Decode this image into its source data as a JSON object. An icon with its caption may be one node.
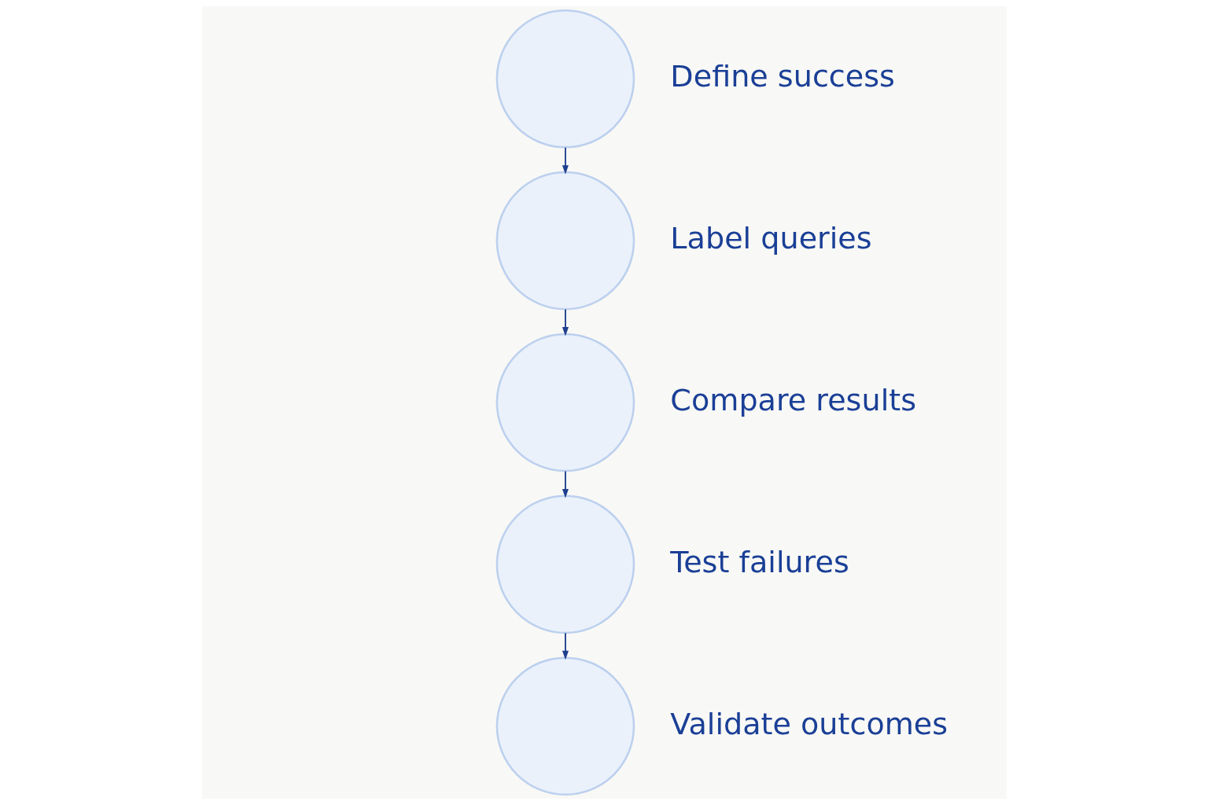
{
  "diagram": {
    "nodes": [
      {
        "text": [],
        "shape": "circle",
        "beside": [
          "Define success"
        ]
      },
      {
        "text": [],
        "shape": "circle",
        "beside": [
          "Label queries"
        ]
      },
      {
        "text": [],
        "shape": "circle",
        "beside": [
          "Compare results"
        ]
      },
      {
        "text": [],
        "shape": "circle",
        "beside": [
          "Test failures"
        ]
      },
      {
        "text": [],
        "shape": "circle",
        "beside": [
          "Validate outcomes"
        ]
      }
    ],
    "edges": [
      {
        "from": 0,
        "to": 1,
        "arrow": "to"
      },
      {
        "from": 1,
        "to": 2,
        "arrow": "to"
      },
      {
        "from": 2,
        "to": 3,
        "arrow": "to"
      },
      {
        "from": 3,
        "to": 4,
        "arrow": "to"
      }
    ]
  }
}
